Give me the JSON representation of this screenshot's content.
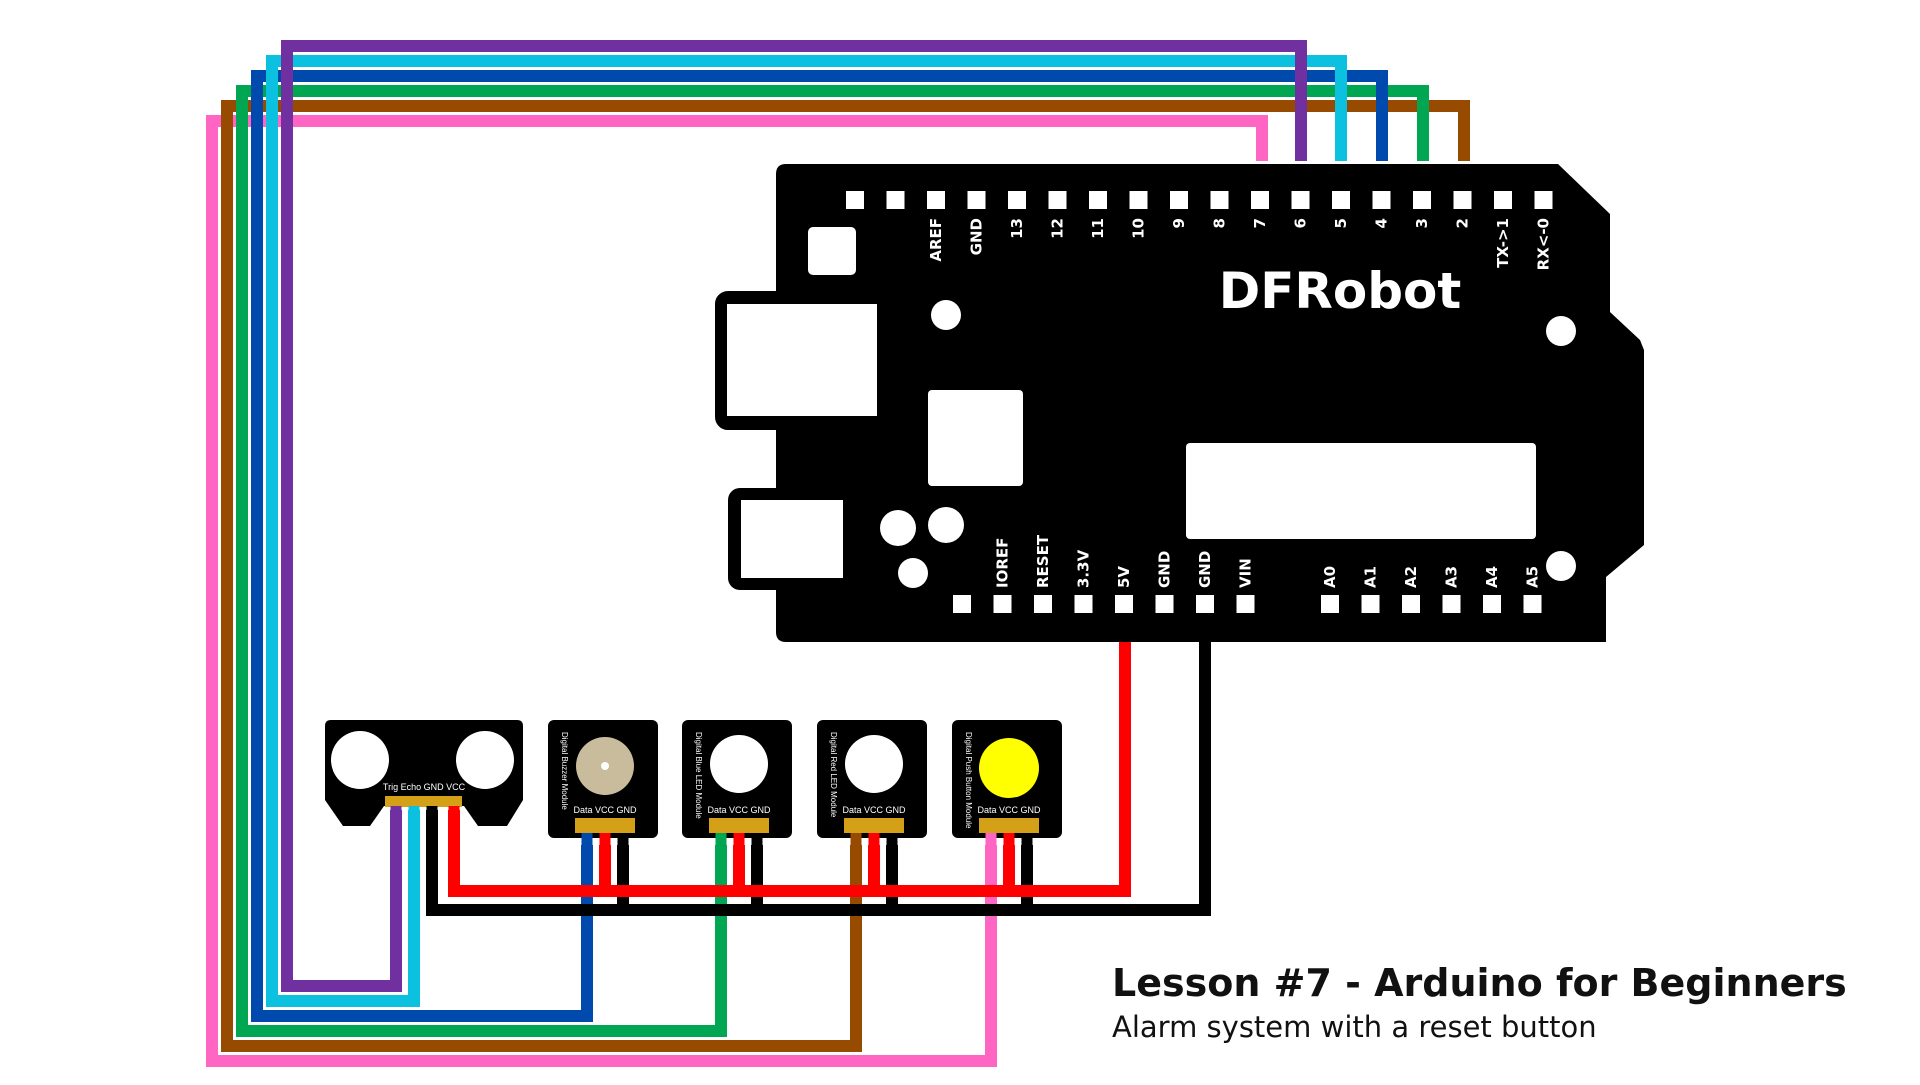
{
  "board": {
    "brand": "DFRobot",
    "top_pins": [
      "AREF",
      "GND",
      "13",
      "12",
      "11",
      "10",
      "9",
      "8",
      "7",
      "6",
      "5",
      "4",
      "3",
      "2",
      "TX->1",
      "RX<-0"
    ],
    "bottom_power_pins": [
      "IOREF",
      "RESET",
      "3.3V",
      "5V",
      "GND",
      "GND",
      "VIN"
    ],
    "bottom_analog_pins": [
      "A0",
      "A1",
      "A2",
      "A3",
      "A4",
      "A5"
    ]
  },
  "modules": {
    "ultrasonic": {
      "pins": "Trig Echo GND VCC"
    },
    "buzzer": {
      "name": "Digital Buzzer Module",
      "pins": "Data VCC GND"
    },
    "blue_led": {
      "name": "Digital Blue LED Module",
      "pins": "Data VCC GND"
    },
    "red_led": {
      "name": "Digital Red LED Module",
      "pins": "Data VCC GND"
    },
    "push_button": {
      "name": "Digital Push Button Module",
      "pins": "Data VCC GND"
    }
  },
  "colors": {
    "board": "#000000",
    "wire_pink": "#ff66c4",
    "wire_brown": "#964b00",
    "wire_green": "#00a651",
    "wire_dark_blue": "#004aad",
    "wire_cyan": "#0cc0df",
    "wire_purple": "#7030a0",
    "wire_red": "#ff0000",
    "wire_black": "#000000",
    "connector": "#d4a017",
    "buzzer_disc": "#c9bc9c",
    "button_cap": "#ffff00"
  },
  "caption": {
    "title": "Lesson #7 - Arduino for Beginners",
    "subtitle": "Alarm system with a reset button"
  }
}
